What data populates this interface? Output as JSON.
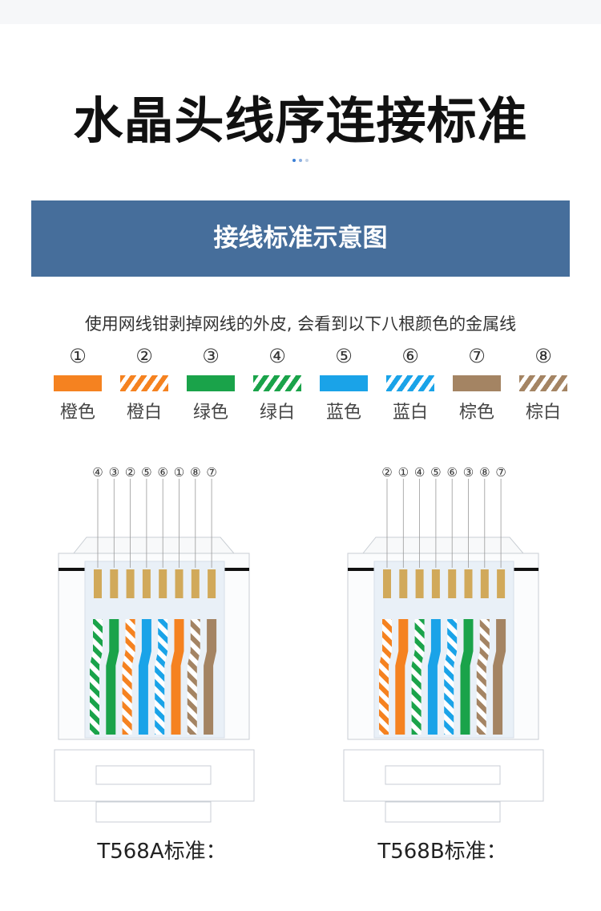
{
  "title": "水晶头线序连接标准",
  "banner": "接线标准示意图",
  "description": "使用网线钳剥掉网线的外皮, 会看到以下八根颜色的金属线",
  "colors": {
    "banner": "#466e9b",
    "dot_active": "#3b7fd6",
    "dot_inactive": "#b8c7dc"
  },
  "wires": [
    {
      "num": "①",
      "label": "橙色",
      "color": "#f58220",
      "striped": false
    },
    {
      "num": "②",
      "label": "橙白",
      "color": "#f58220",
      "striped": true
    },
    {
      "num": "③",
      "label": "绿色",
      "color": "#1aa34a",
      "striped": false
    },
    {
      "num": "④",
      "label": "绿白",
      "color": "#1aa34a",
      "striped": true
    },
    {
      "num": "⑤",
      "label": "蓝色",
      "color": "#1aa3e8",
      "striped": false
    },
    {
      "num": "⑥",
      "label": "蓝白",
      "color": "#1aa3e8",
      "striped": true
    },
    {
      "num": "⑦",
      "label": "棕色",
      "color": "#a48463",
      "striped": false
    },
    {
      "num": "⑧",
      "label": "棕白",
      "color": "#a48463",
      "striped": true
    }
  ],
  "standards": [
    {
      "name": "T568A标准：",
      "order": [
        "④",
        "③",
        "②",
        "⑤",
        "⑥",
        "①",
        "⑧",
        "⑦"
      ]
    },
    {
      "name": "T568B标准：",
      "order": [
        "②",
        "①",
        "④",
        "⑤",
        "⑥",
        "③",
        "⑧",
        "⑦"
      ]
    }
  ]
}
